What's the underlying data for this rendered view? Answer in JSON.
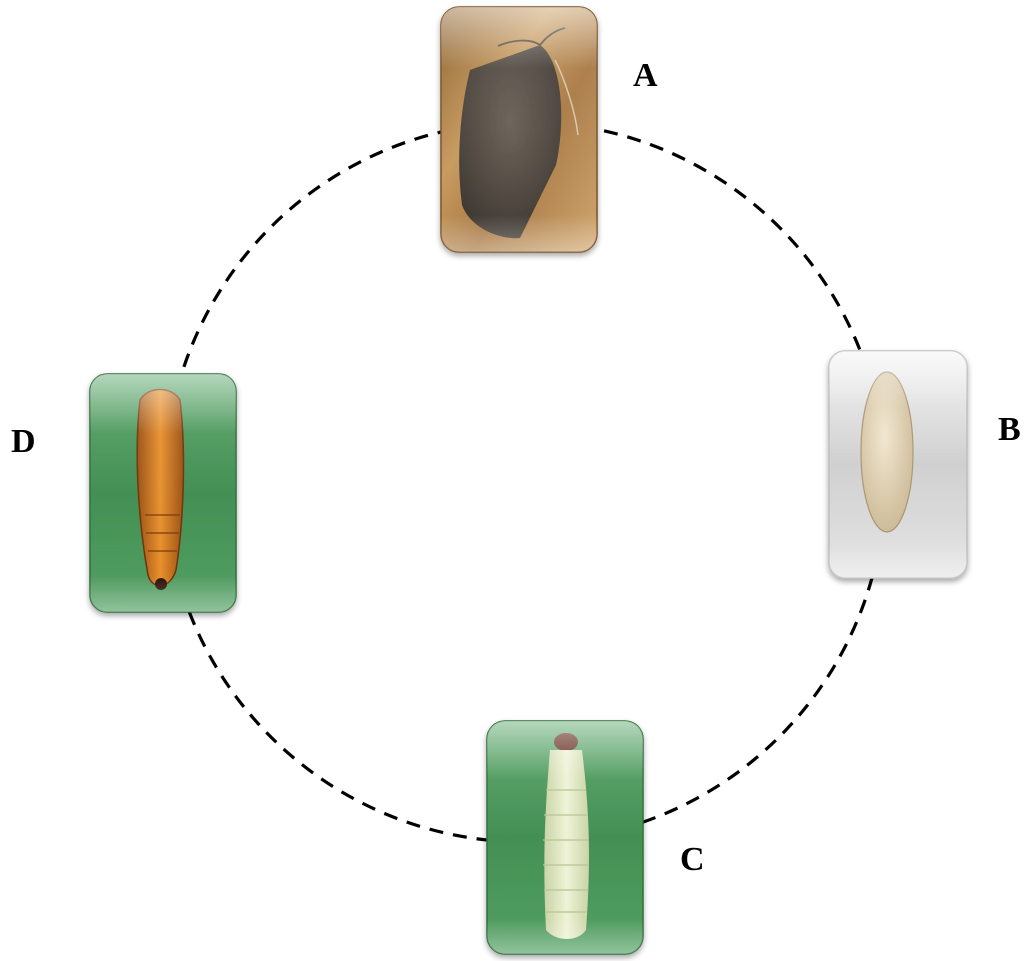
{
  "diagram": {
    "cycle_stroke": "#000000",
    "stages": [
      {
        "id": "adult-moth",
        "label": "A",
        "card_color": "#b98c52",
        "icon": "moth"
      },
      {
        "id": "egg",
        "label": "B",
        "card_color": "#d4d4d4",
        "icon": "egg"
      },
      {
        "id": "larva",
        "label": "C",
        "card_color": "#3f8a4a",
        "icon": "larva"
      },
      {
        "id": "pupa",
        "label": "D",
        "card_color": "#4a9656",
        "icon": "pupa"
      }
    ]
  }
}
